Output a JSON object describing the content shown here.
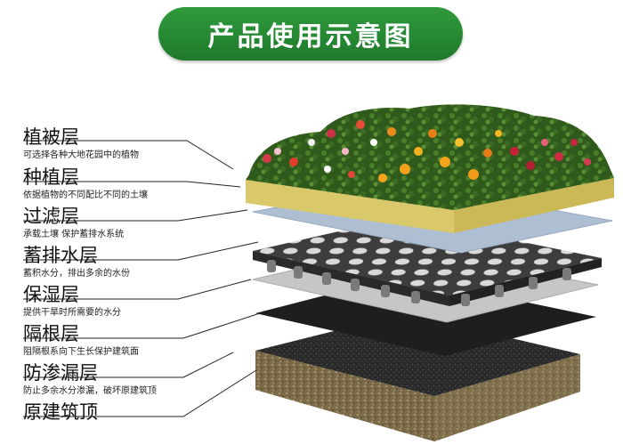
{
  "header": {
    "title": "产品使用示意图"
  },
  "colors": {
    "title_green": "#2a8a36",
    "panel_yellow": "#e8dc86",
    "panel_filter": "#aebed3",
    "drain_dark": "#404040",
    "damp_gray": "#c8c8c8",
    "root_black": "#1e1e1e",
    "base_concrete": "#6b5b3c"
  },
  "layers": [
    {
      "name": "植被层",
      "desc": "可选择各种大地花园中的植物"
    },
    {
      "name": "种植层",
      "desc": "依据植物的不同配比不同的土壤"
    },
    {
      "name": "过滤层",
      "desc": "承载土壤 保护蓄排水系统"
    },
    {
      "name": "蓄排水层",
      "desc": "蓄积水分，排出多余的水份"
    },
    {
      "name": "保湿层",
      "desc": "提供干旱时所需要的水分"
    },
    {
      "name": "隔根层",
      "desc": "阻隔根系向下生长保护建筑面"
    },
    {
      "name": "防渗漏层",
      "desc": "防止多余水分渗漏，破坏原建筑顶"
    },
    {
      "name": "原建筑顶",
      "desc": ""
    }
  ]
}
